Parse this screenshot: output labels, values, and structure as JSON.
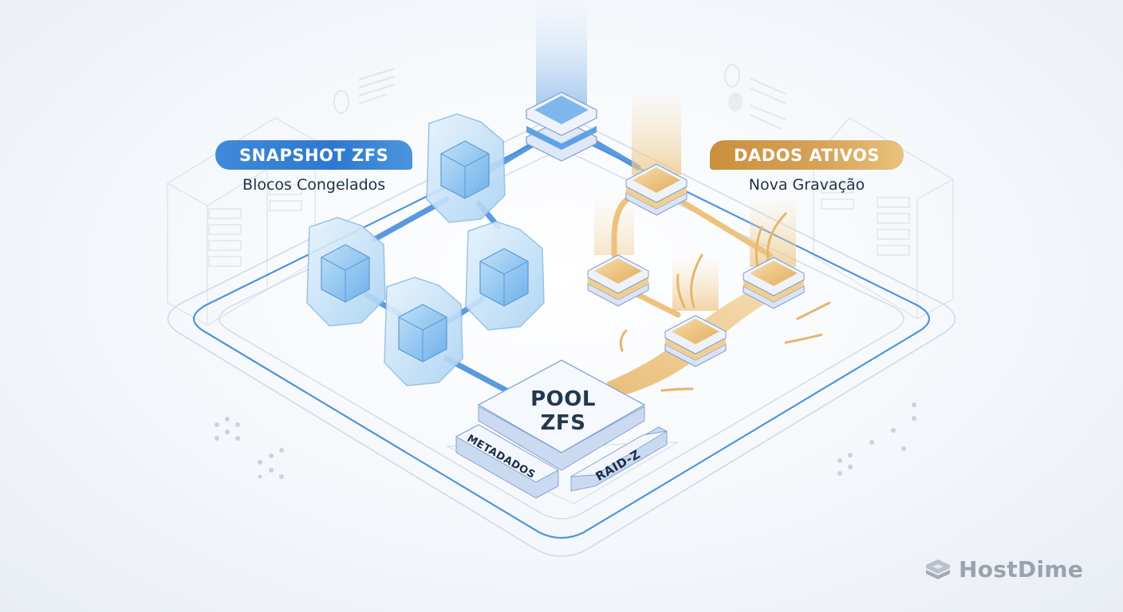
{
  "diagram": {
    "snapshot_label": {
      "title": "SNAPSHOT ZFS",
      "subtitle": "Blocos Congelados",
      "color": "#3a85d6",
      "icon": "ice-cube-icon"
    },
    "active_label": {
      "title": "DADOS ATIVOS",
      "subtitle": "Nova Gravação",
      "color": "#cf9a4c",
      "icon": "data-block-icon"
    },
    "pool": {
      "title_line1": "POOL",
      "title_line2": "ZFS",
      "left_tag": "METADADOS",
      "right_tag": "RAID-Z"
    },
    "snapshot_blocks_count": 5,
    "active_blocks_count": 4,
    "colors": {
      "ice_blue": "#8cc3f0",
      "connector_blue": "#4a90dc",
      "gold": "#e3b46a",
      "pool_face": "#f4f7fc",
      "text_dark": "#22384f"
    }
  },
  "brand": {
    "name": "HostDime",
    "icon": "hostdime-logo-icon"
  }
}
